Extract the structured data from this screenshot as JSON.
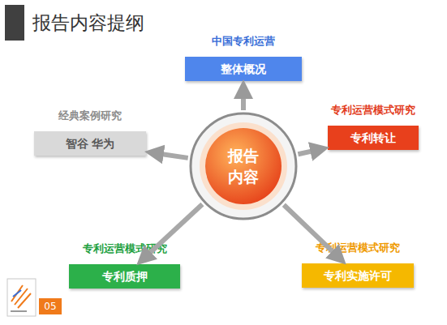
{
  "diagram": {
    "title": "报告内容提纲",
    "nodes": [
      {
        "text": [
          "中国专利运营",
          "整体概况"
        ]
      },
      {
        "text": [
          "经典案例研究",
          "智谷 华为"
        ]
      },
      {
        "text": [
          "专利运营模式研究",
          "专利转让"
        ]
      },
      {
        "text": [
          "报告 内容"
        ]
      },
      {
        "text": [
          "专利运营模式研究",
          "专利质押"
        ]
      },
      {
        "text": [
          "专利运营模式研究",
          "专利实施许可"
        ]
      }
    ],
    "edges": [
      {
        "from": 3,
        "to": 0,
        "arrow": "to"
      },
      {
        "from": 3,
        "to": 1,
        "arrow": "to"
      },
      {
        "from": 3,
        "to": 2,
        "arrow": "to"
      },
      {
        "from": 3,
        "to": 4,
        "arrow": "to"
      },
      {
        "from": 3,
        "to": 5,
        "arrow": "to"
      }
    ],
    "labels": [
      "05"
    ]
  }
}
